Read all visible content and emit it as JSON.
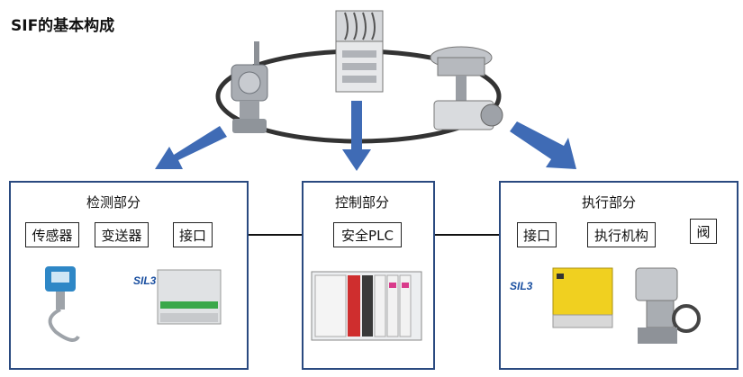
{
  "title": "SIF的基本构成",
  "panels": {
    "sensing": {
      "title": "检测部分",
      "items": [
        "传感器",
        "变送器",
        "接口"
      ]
    },
    "control": {
      "title": "控制部分",
      "items": [
        "安全PLC"
      ]
    },
    "execution": {
      "title": "执行部分",
      "items": [
        "接口",
        "执行机构",
        "阀"
      ]
    }
  },
  "badges": {
    "sil_left": "SIL3",
    "sil_right": "SIL3"
  },
  "colors": {
    "arrow_blue": "#3f6bb5",
    "panel_border": "#2a4a80",
    "device_gray": "#b8bbc0",
    "ring": "#333333"
  }
}
